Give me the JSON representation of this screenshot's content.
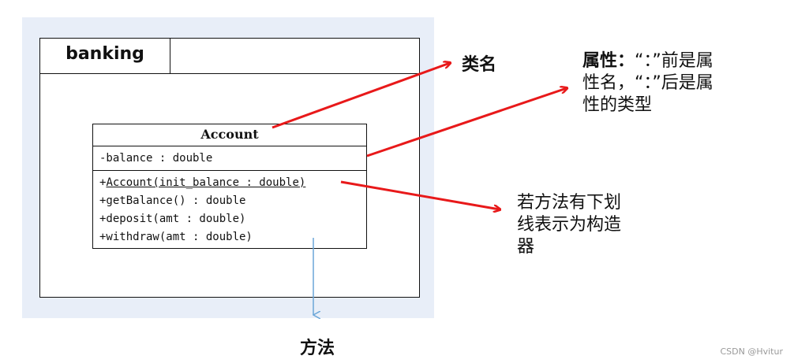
{
  "package": {
    "name": "banking"
  },
  "uml_class": {
    "name": "Account",
    "attributes": [
      "-balance  :  double"
    ],
    "constructor": {
      "prefix": "+",
      "text": "Account(init_balance  :  double)"
    },
    "methods": [
      "+getBalance()  :  double",
      "+deposit(amt  :  double)",
      "+withdraw(amt  :  double)"
    ]
  },
  "annotations": {
    "class_name_label": "类名",
    "attribute_note": {
      "title": "属性：",
      "line1_rest": "“：”前是属",
      "line2": "性名，“：”后是属",
      "line3": "性的类型"
    },
    "constructor_note": {
      "line1": "若方法有下划",
      "line2": "线表示为构造",
      "line3": "器"
    },
    "method_label": "方法"
  },
  "watermark": "CSDN @Hvitur",
  "colors": {
    "arrow_red": "#e8191a",
    "arrow_blue": "#6aa6d8",
    "panel_bg": "#e8eef8"
  }
}
